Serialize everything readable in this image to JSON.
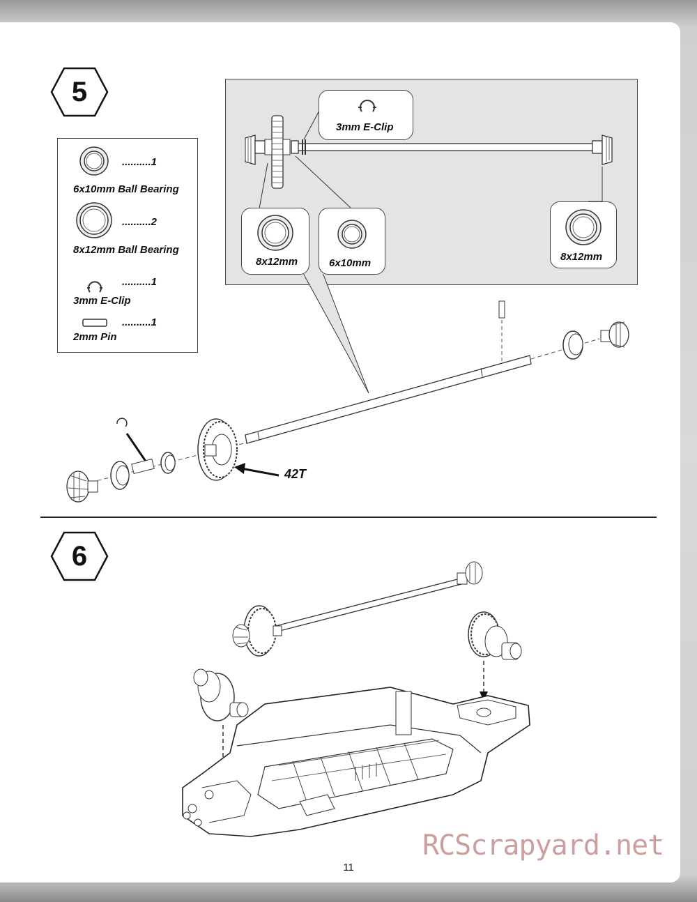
{
  "page": {
    "number": "11",
    "watermark": "RCScrapyard.net"
  },
  "step5": {
    "number": "5",
    "parts_list": [
      {
        "qty": "..........1",
        "name": "6x10mm Ball Bearing",
        "icon": "bearing-small-icon"
      },
      {
        "qty": "..........2",
        "name": "8x12mm Ball Bearing",
        "icon": "bearing-large-icon"
      },
      {
        "qty": "..........1",
        "name": "3mm E-Clip",
        "icon": "e-clip-icon"
      },
      {
        "qty": "..........1",
        "name": "2mm Pin",
        "icon": "pin-icon"
      }
    ],
    "callout": {
      "eclip_label": "3mm E-Clip",
      "bearing_left_label": "8x12mm",
      "bearing_mid_label": "6x10mm",
      "bearing_right_label": "8x12mm"
    },
    "gear_label": "42T"
  },
  "step6": {
    "number": "6"
  }
}
